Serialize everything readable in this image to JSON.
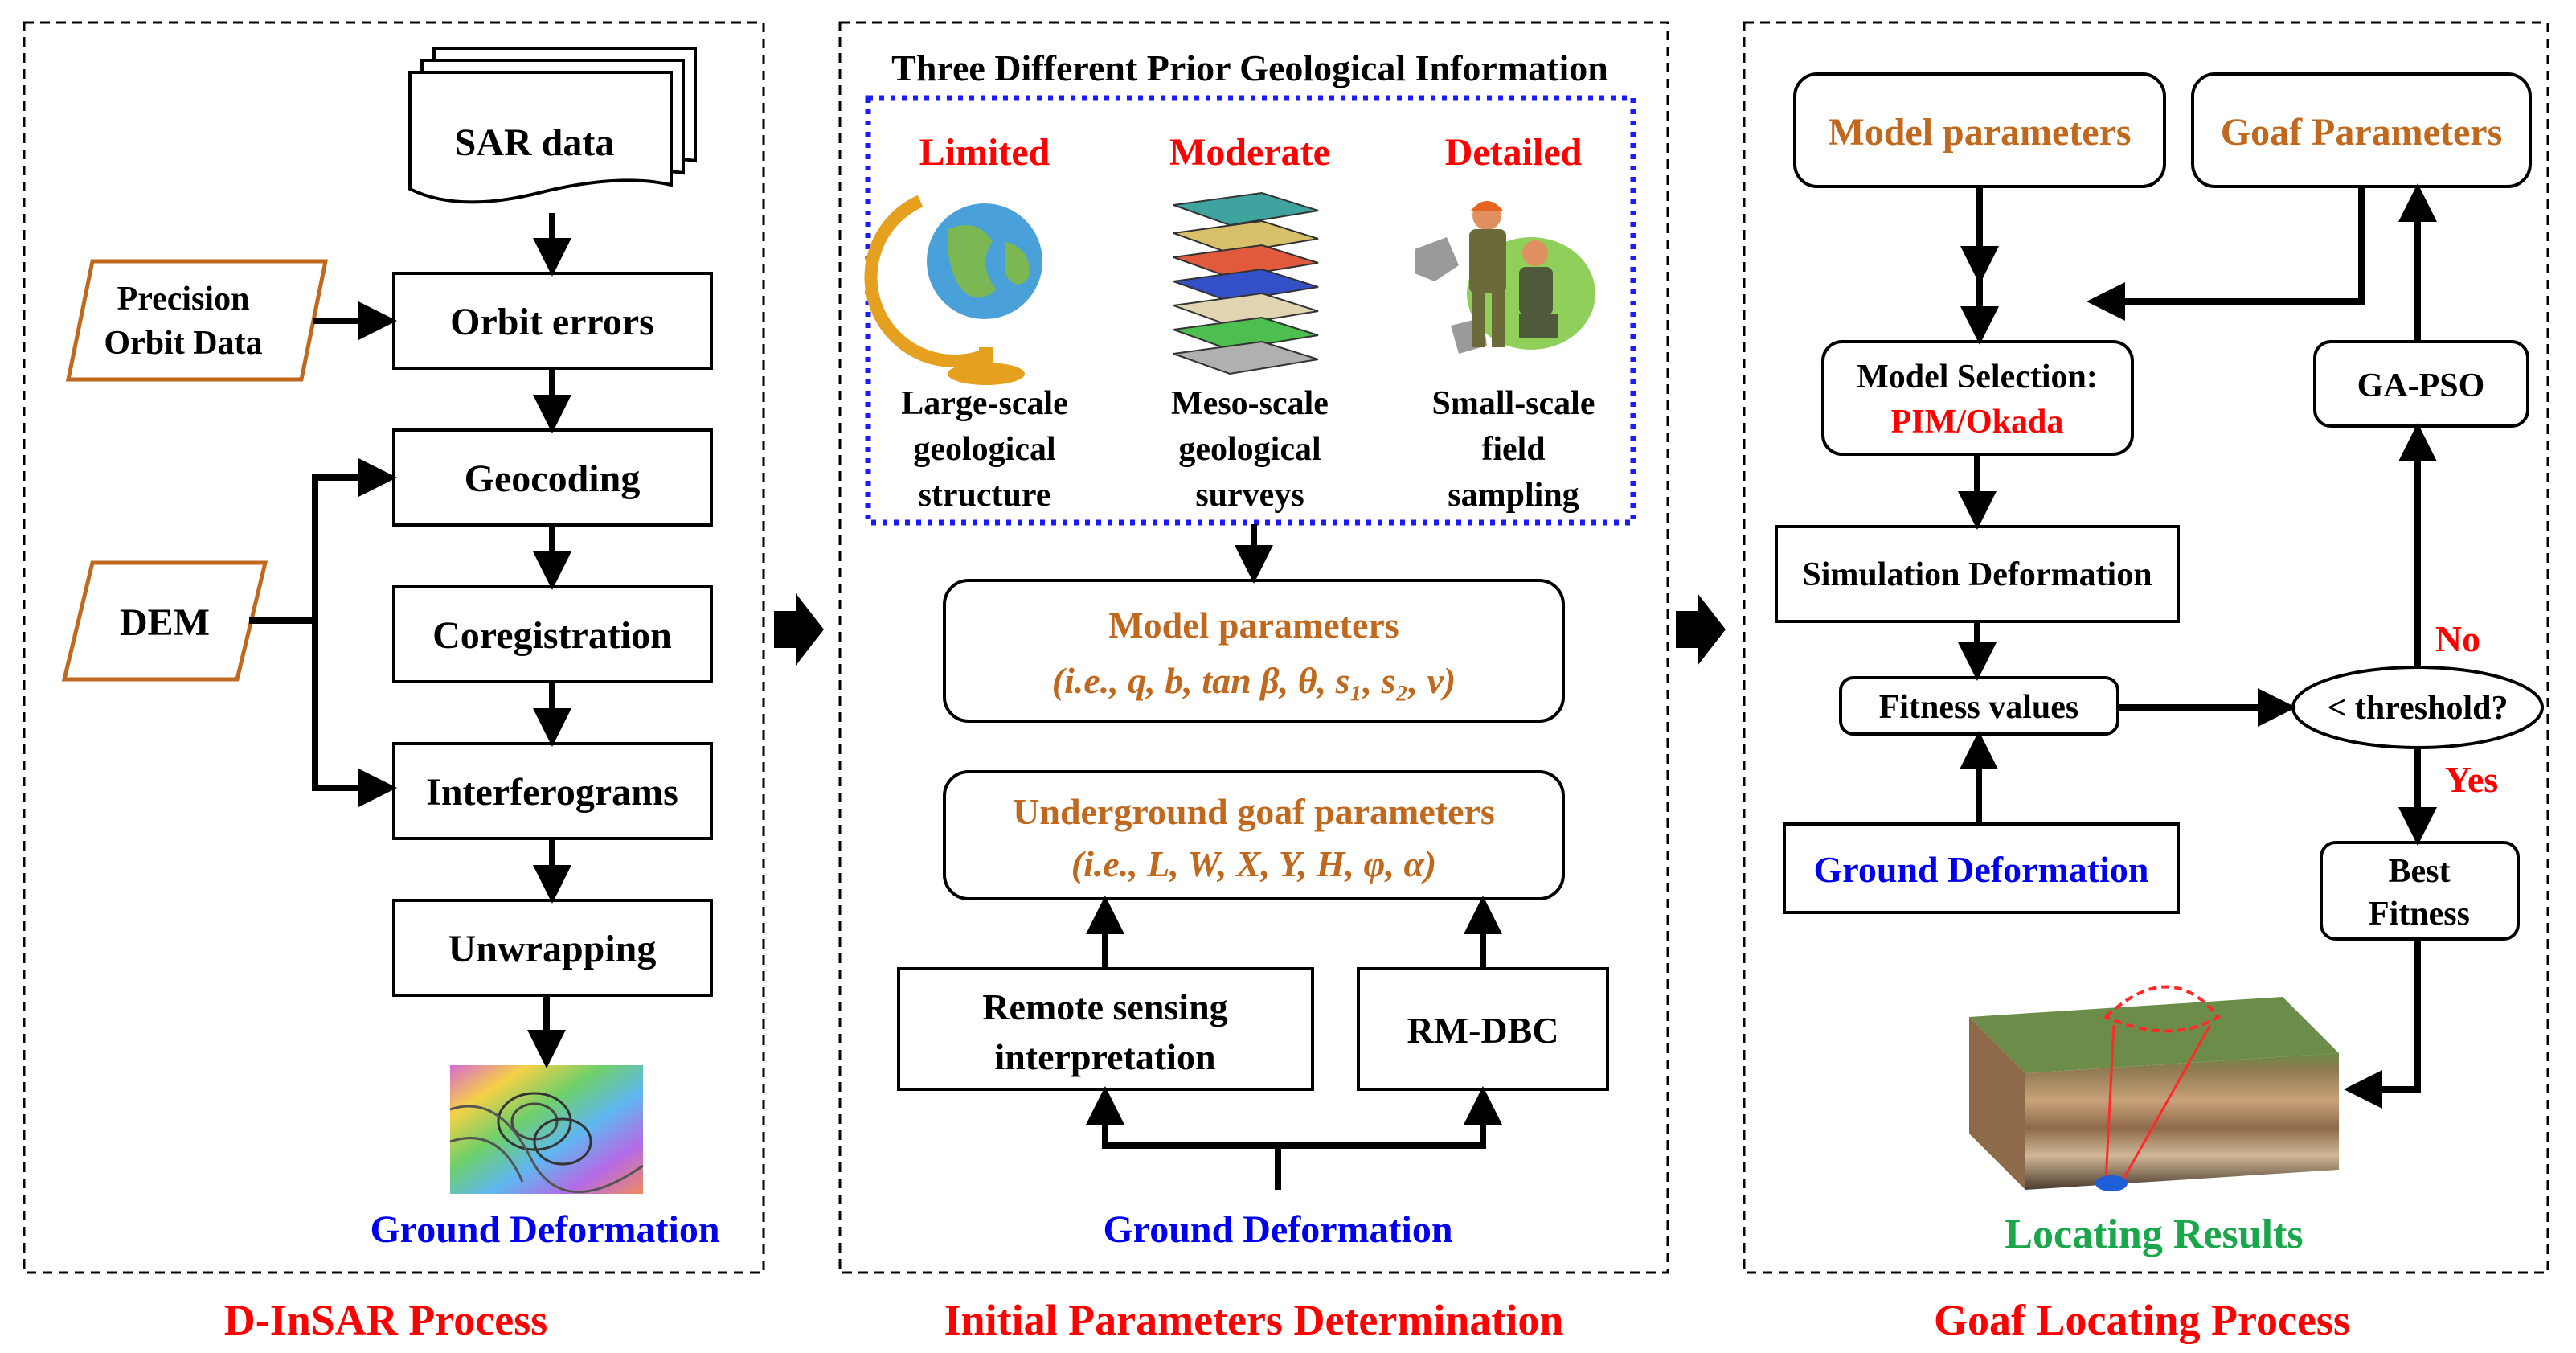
{
  "colors": {
    "red": "#ff0000",
    "blue": "#0000ee",
    "orange": "#c0691e",
    "green": "#1aa64a",
    "dark": "#000000",
    "dotted": "#1a1aff"
  },
  "panel1": {
    "caption": "D-InSAR Process",
    "sar": "SAR data",
    "precision": [
      "Precision",
      "Orbit Data"
    ],
    "orbit": "Orbit errors",
    "geocoding": "Geocoding",
    "dem": "DEM",
    "coreg": "Coregistration",
    "interf": "Interferograms",
    "unwrap": "Unwrapping",
    "ground": "Ground Deformation"
  },
  "panel2": {
    "caption": "Initial Parameters Determination",
    "title": "Three Different Prior Geological Information",
    "limited": {
      "head": "Limited",
      "lines": [
        "Large-scale",
        "geological",
        "structure"
      ]
    },
    "moderate": {
      "head": "Moderate",
      "lines": [
        "Meso-scale",
        "geological",
        "surveys"
      ]
    },
    "detailed": {
      "head": "Detailed",
      "lines": [
        "Small-scale",
        "field",
        "sampling"
      ]
    },
    "model_title": "Model parameters",
    "model_params": "(i.e., q, b, tan β, θ, s₁, s₂, ν)",
    "goaf_title": "Underground goaf parameters",
    "goaf_params": "(i.e., L, W, X, Y, H, φ, α)",
    "remote": [
      "Remote sensing",
      "interpretation"
    ],
    "rmdbc": "RM-DBC",
    "ground": "Ground Deformation"
  },
  "panel3": {
    "caption": "Goaf Locating Process",
    "model_params": "Model parameters",
    "goaf_params": "Goaf Parameters",
    "model_sel": "Model Selection:",
    "pim": "PIM/Okada",
    "gapso": "GA-PSO",
    "sim": "Simulation Deformation",
    "fitness": "Fitness values",
    "threshold": "< threshold?",
    "no": "No",
    "yes": "Yes",
    "ground": "Ground Deformation",
    "best": [
      "Best",
      "Fitness"
    ],
    "results": "Locating Results"
  }
}
